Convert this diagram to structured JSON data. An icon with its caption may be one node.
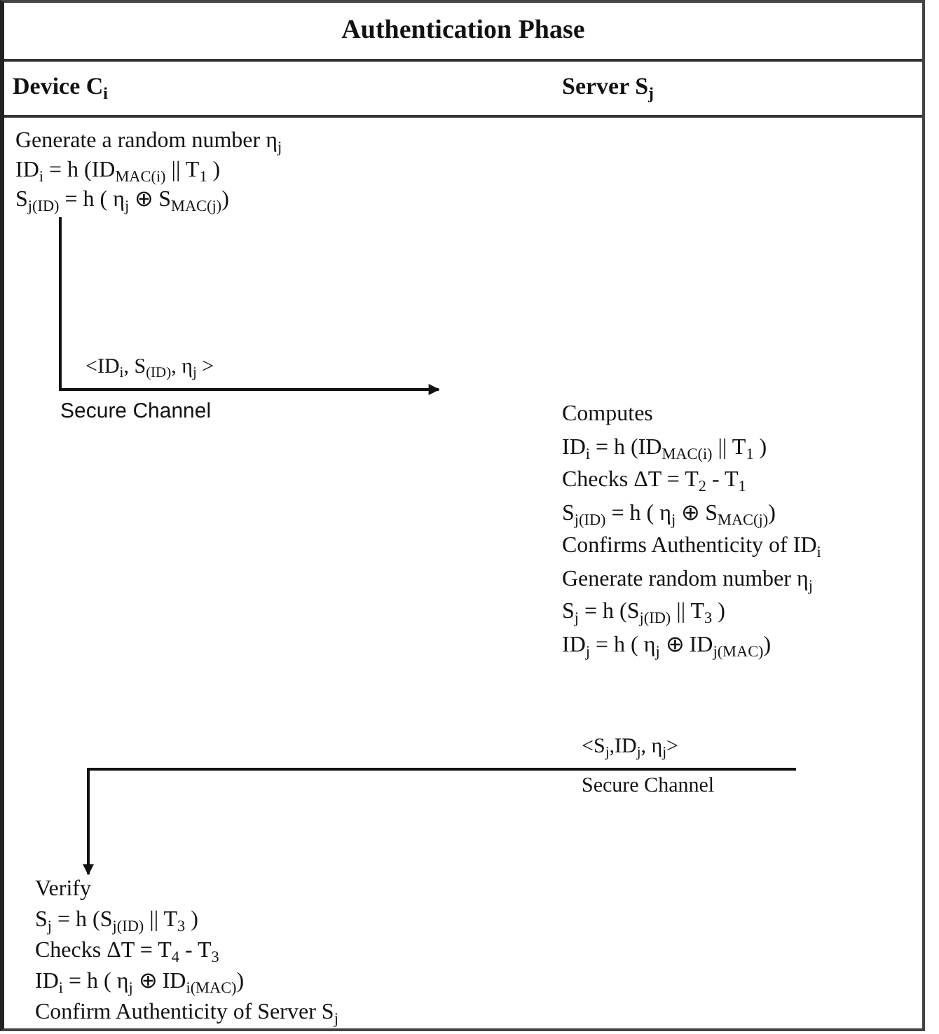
{
  "diagram": {
    "title": "Authentication Phase",
    "nodes": [
      {
        "text": [
          "Generate a random number η$_{j}$",
          "ID$_{i}$ = h (ID$_{MAC(i)}$ || T$_{1}$ )",
          "S$_{j(ID)}$ = h ( η$_{j}$ ⊕ S$_{MAC(j)}$)"
        ]
      },
      {
        "text": [
          "Computes",
          "ID$_{i}$ = h (ID$_{MAC(i)}$ || T$_{1}$ )",
          "Checks ΔT = T$_{2}$ - T$_{1}$",
          "S$_{j(ID)}$ = h ( η$_{j}$ ⊕ S$_{MAC(j)}$)",
          "Confirms Authenticity of ID$_{i}$",
          "Generate random number η$_{j}$",
          "S$_{j}$ = h (S$_{j(ID)}$ || T$_{3}$ )",
          "ID$_{j}$ = h ( η$_{j}$ ⊕ ID$_{j(MAC)}$)"
        ]
      },
      {
        "text": [
          "Verify",
          "S$_{j}$ = h (S$_{j(ID)}$ || T$_{3}$ )",
          "Checks ΔT = T$_{4}$ - T$_{3}$",
          "ID$_{i}$ = h ( η$_{j}$ ⊕ ID$_{i(MAC)}$)",
          "Confirm Authenticity of Server S$_{j}$"
        ]
      }
    ],
    "edges": [
      {
        "from": 0,
        "to": 1,
        "arrow": "to",
        "label": "<ID$_{i}$, S$_{(ID)}$, η$_{j}$ >"
      },
      {
        "from": 1,
        "to": 2,
        "arrow": "to",
        "label": "<S$_{j}$,ID$_{j}$, η$_{j}$>"
      }
    ],
    "labels": [
      "Device C$_{i}$",
      "Server S$_{j}$",
      "Secure Channel",
      "Secure Channel"
    ]
  }
}
